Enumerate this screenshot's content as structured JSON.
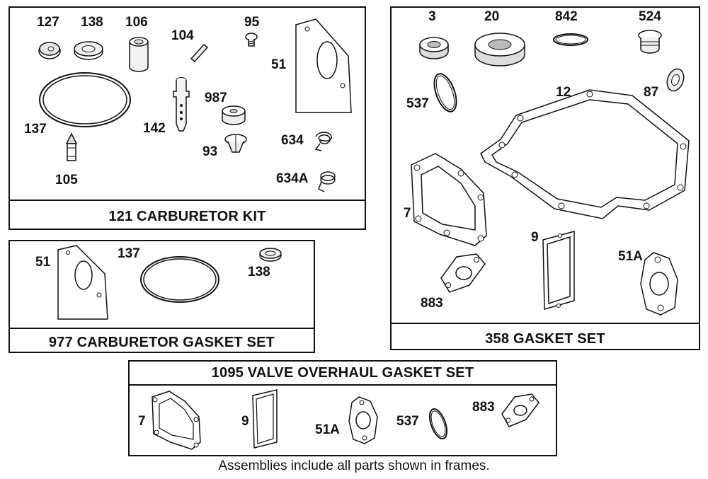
{
  "colors": {
    "line": "#111111",
    "part_fill": "#ffffff",
    "shade": "#d9d9d9"
  },
  "frames": {
    "carb_kit": {
      "caption": "121 CARBURETOR KIT",
      "labels": {
        "p127": "127",
        "p138": "138",
        "p106": "106",
        "p104": "104",
        "p95": "95",
        "p51": "51",
        "p137": "137",
        "p142": "142",
        "p987": "987",
        "p93": "93",
        "p634": "634",
        "p105": "105",
        "p634a": "634A"
      }
    },
    "gasket_set_358": {
      "caption": "358 GASKET SET",
      "labels": {
        "p3": "3",
        "p20": "20",
        "p842": "842",
        "p524": "524",
        "p537": "537",
        "p12": "12",
        "p87": "87",
        "p7": "7",
        "p9": "9",
        "p51a": "51A",
        "p883": "883"
      }
    },
    "carb_gasket_set": {
      "caption": "977 CARBURETOR GASKET SET",
      "labels": {
        "p51": "51",
        "p137": "137",
        "p138": "138"
      }
    },
    "valve_overhaul": {
      "caption": "1095 VALVE OVERHAUL GASKET SET",
      "labels": {
        "p7": "7",
        "p9": "9",
        "p51a": "51A",
        "p537": "537",
        "p883": "883"
      }
    }
  },
  "footer": "Assemblies include all parts shown in frames."
}
